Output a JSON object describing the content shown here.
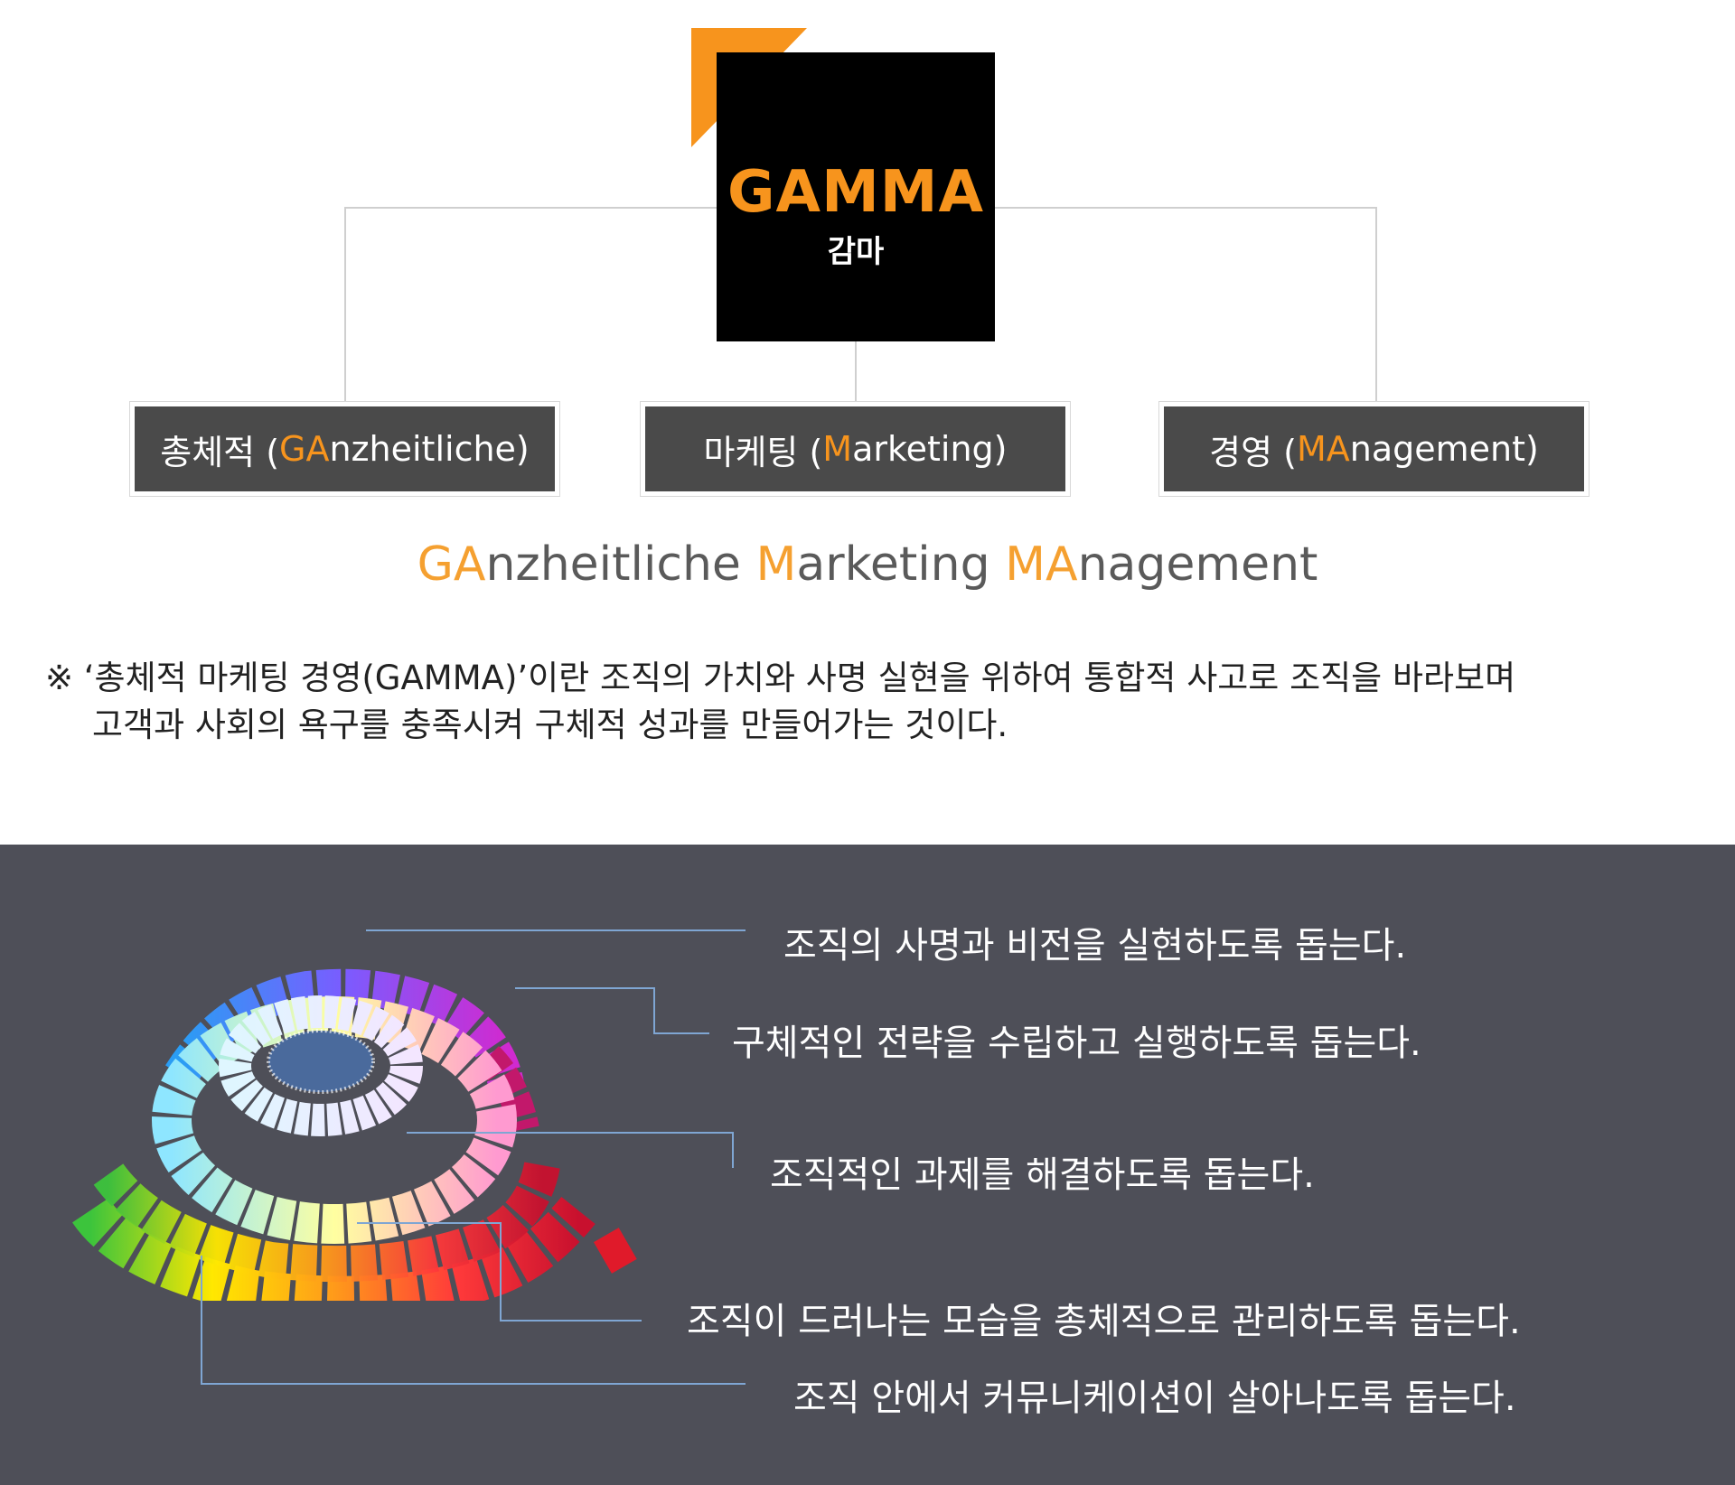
{
  "logo": {
    "title": "GAMMA",
    "subtitle": "감마"
  },
  "concepts": [
    {
      "ko": "총체적 (",
      "hl": "GA",
      "rest": "nzheitliche)"
    },
    {
      "ko": "마케팅 (",
      "hl": "M",
      "rest": "arketing)"
    },
    {
      "ko": "경영 (",
      "hl": "MA",
      "rest": "nagement)"
    }
  ],
  "tagline": {
    "p1_hl": "GA",
    "p1": "nzheitliche ",
    "p2_hl": "M",
    "p2": "arketing ",
    "p3_hl": "MA",
    "p3": "nagement"
  },
  "note": {
    "line1": "※ ‘총체적 마케팅 경영(GAMMA)’이란 조직의 가치와 사명 실현을 위하여 통합적 사고로 조직을 바라보며",
    "line2": "고객과 사회의 욕구를 충족시켜 구체적 성과를 만들어가는 것이다."
  },
  "benefits": [
    "조직의 사명과 비전을 실현하도록 돕는다.",
    "구체적인 전략을 수립하고 실행하도록 돕는다.",
    "조직적인 과제를 해결하도록 돕는다.",
    "조직이 드러나는 모습을 총체적으로 관리하도록 돕는다.",
    "조직 안에서 커뮤니케이션이 살아나도록 돕는다."
  ],
  "colors": {
    "accent": "#f7941d",
    "box": "#4a4a4a",
    "panel": "#4e4f58",
    "leader": "#7fa6d3"
  }
}
